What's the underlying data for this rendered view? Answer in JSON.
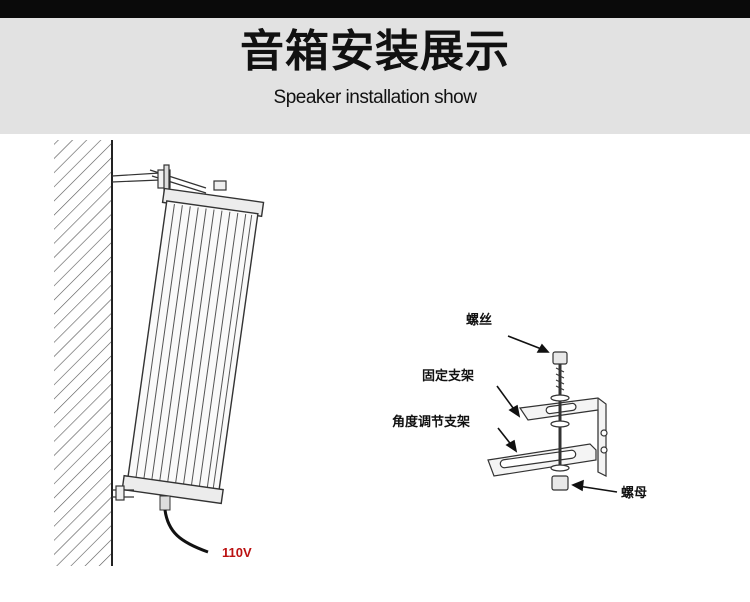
{
  "header": {
    "title_cn": "音箱安装展示",
    "title_en": "Speaker installation show"
  },
  "speaker": {
    "voltage_label": "110V"
  },
  "bracket_labels": {
    "screw": "螺丝",
    "fixed_bracket": "固定支架",
    "angle_bracket": "角度调节支架",
    "nut": "螺母"
  }
}
